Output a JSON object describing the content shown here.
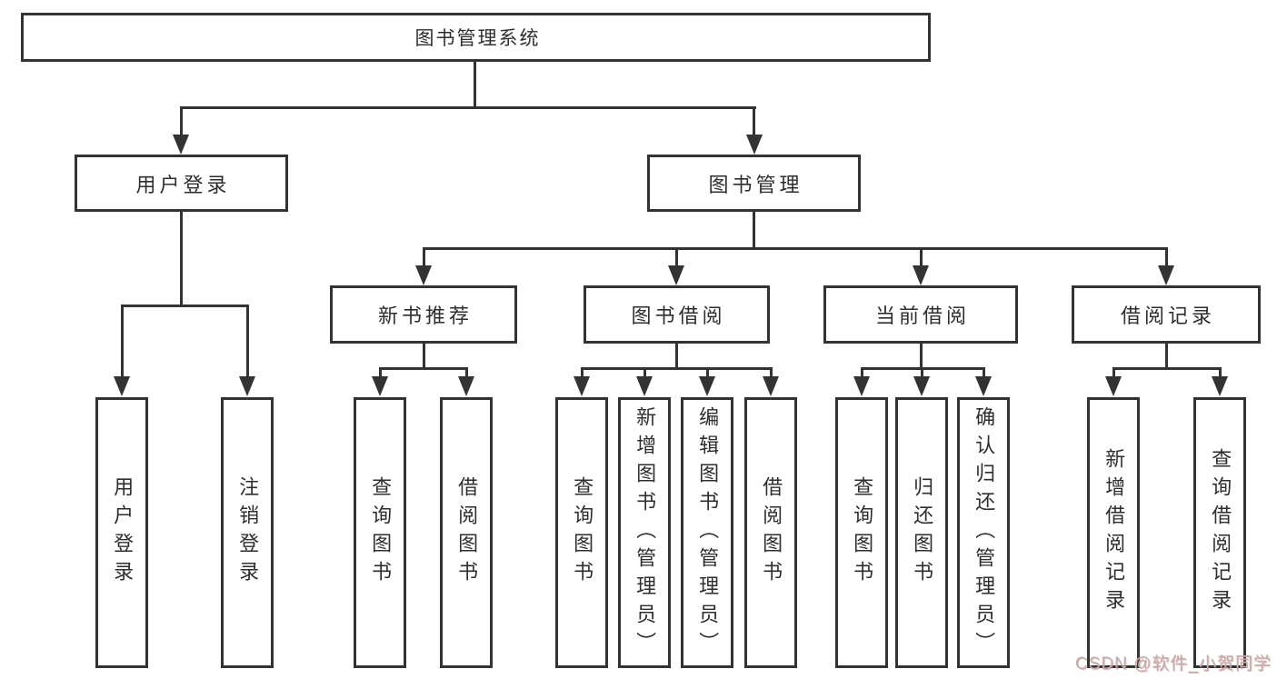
{
  "diagram": {
    "root": {
      "label": "图书管理系统"
    },
    "level2": [
      {
        "label": "用户登录"
      },
      {
        "label": "图书管理"
      }
    ],
    "level3": [
      {
        "label": "新书推荐"
      },
      {
        "label": "图书借阅"
      },
      {
        "label": "当前借阅"
      },
      {
        "label": "借阅记录"
      }
    ],
    "leaves": [
      {
        "label": "用户登录"
      },
      {
        "label": "注销登录"
      },
      {
        "label": "查询图书"
      },
      {
        "label": "借阅图书"
      },
      {
        "label": "查询图书"
      },
      {
        "label": "新增图书（管理员）"
      },
      {
        "label": "编辑图书（管理员）"
      },
      {
        "label": "借阅图书"
      },
      {
        "label": "查询图书"
      },
      {
        "label": "归还图书"
      },
      {
        "label": "确认归还（管理员）"
      },
      {
        "label": "新增借阅记录"
      },
      {
        "label": "查询借阅记录"
      }
    ]
  },
  "watermark": {
    "text": "CSDN @软件_小贺同学"
  },
  "colors": {
    "line": "#333333",
    "text": "#2e2e2e",
    "background": "#ffffff",
    "watermark_gray": "#b5b5b5",
    "watermark_red": "#f0706a"
  }
}
